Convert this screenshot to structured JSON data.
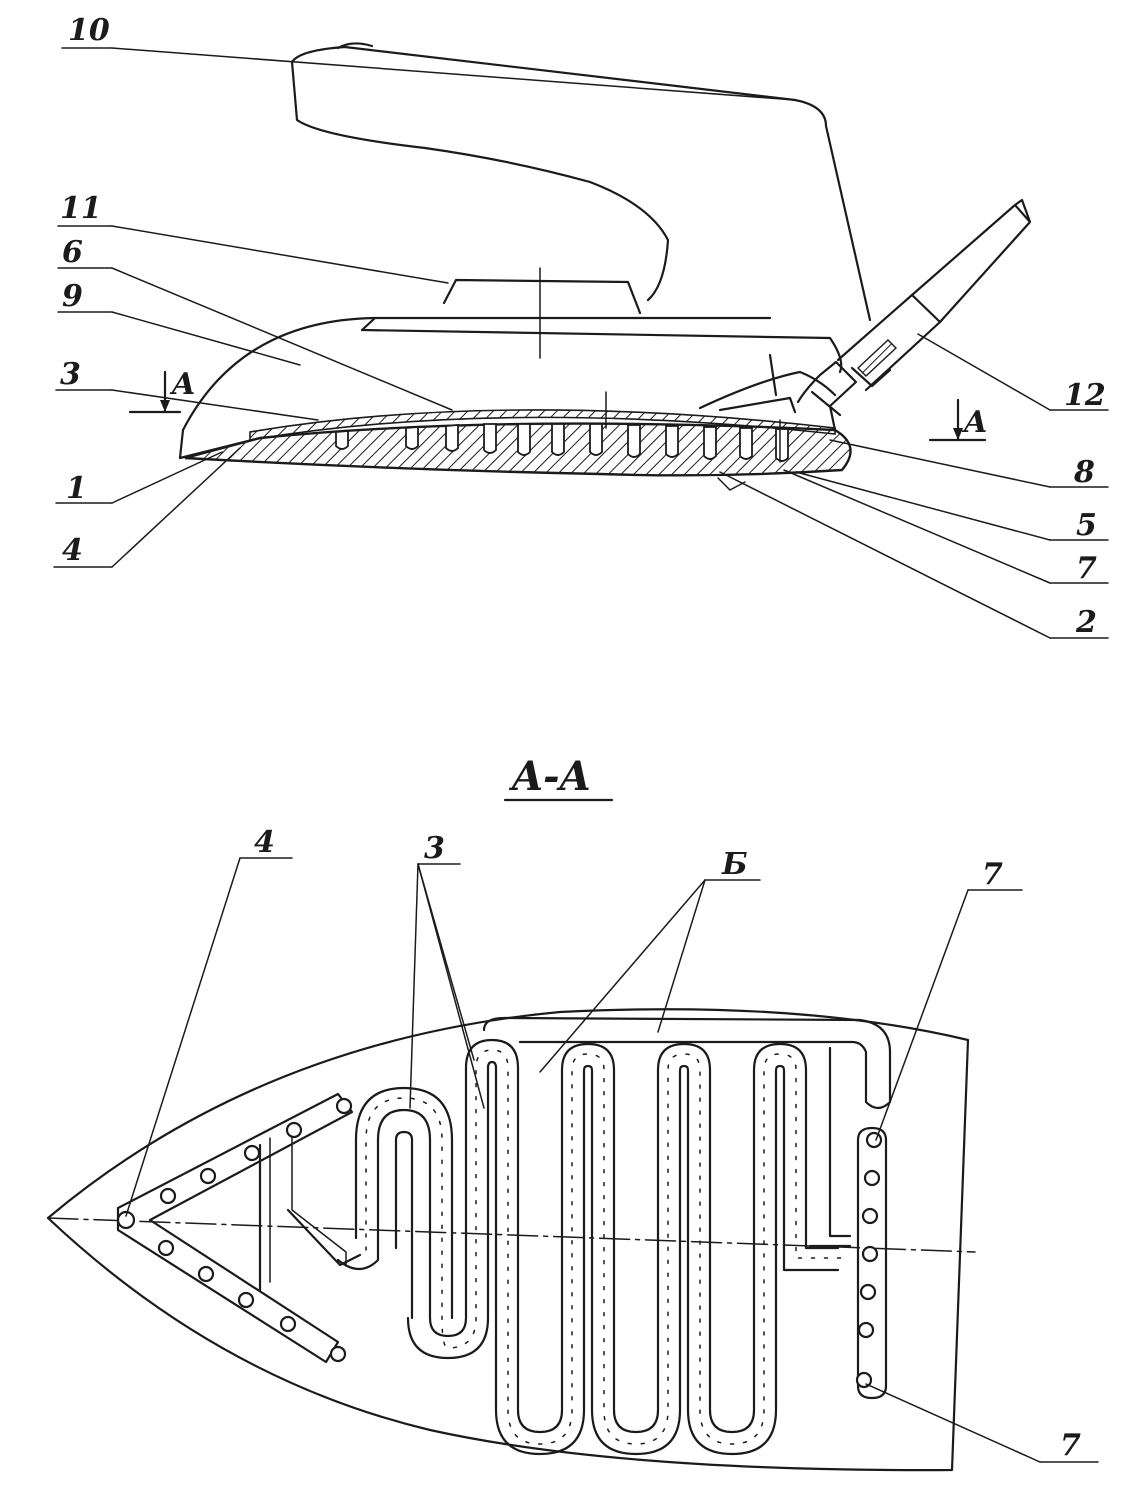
{
  "side_view": {
    "labels": [
      {
        "id": "10",
        "text": "10"
      },
      {
        "id": "11",
        "text": "11"
      },
      {
        "id": "6",
        "text": "6"
      },
      {
        "id": "9",
        "text": "9"
      },
      {
        "id": "3",
        "text": "3"
      },
      {
        "id": "1",
        "text": "1"
      },
      {
        "id": "4",
        "text": "4"
      },
      {
        "id": "12",
        "text": "12"
      },
      {
        "id": "8",
        "text": "8"
      },
      {
        "id": "5",
        "text": "5"
      },
      {
        "id": "7",
        "text": "7"
      },
      {
        "id": "2",
        "text": "2"
      }
    ],
    "section_mark_left": "A",
    "section_mark_right": "A"
  },
  "section_view": {
    "title": "A-A",
    "labels": [
      {
        "id": "4",
        "text": "4"
      },
      {
        "id": "3",
        "text": "3"
      },
      {
        "id": "6",
        "text": "Б"
      },
      {
        "id": "7top",
        "text": "7"
      },
      {
        "id": "7bottom",
        "text": "7"
      }
    ]
  }
}
